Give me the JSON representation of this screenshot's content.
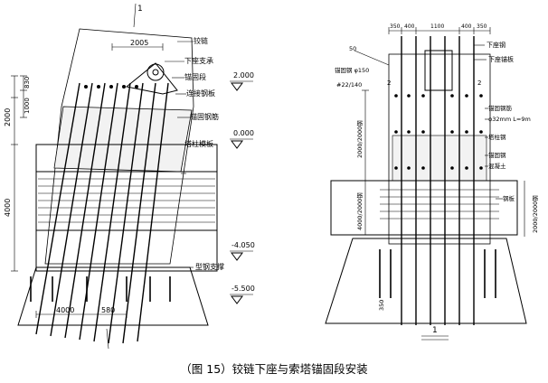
{
  "caption": "（图 15）铰链下座与索塔锚固段安装",
  "left_view": {
    "section_mark": "1",
    "dims": {
      "top_width": "2005",
      "d830": "830",
      "d1000": "1000",
      "d2000": "2000",
      "d4000": "4000",
      "bottom_4000": "4000",
      "bottom_580": "580"
    },
    "callouts": {
      "c1": "铰链",
      "c2": "下座支承",
      "c3": "锚固段",
      "c4": "连接钢板",
      "c5": "锚固钢筋",
      "c6": "塔柱模板",
      "c7": "型钢支撑"
    },
    "elevations": [
      "2.000",
      "0.000",
      "-4.050",
      "-5.500"
    ]
  },
  "right_view": {
    "dims_top": [
      "350",
      "400",
      "1100",
      "400",
      "350"
    ],
    "dims_left": [
      "2000/2000钢",
      "4000/2000钢"
    ],
    "dims_right": [
      "2000/2000钢"
    ],
    "callouts": {
      "r_top": "50",
      "r1": "锚固钢 φ150",
      "r2": "#22/140",
      "r3": "下座钢",
      "r4": "下座锚板",
      "r5": "锚固钢筋",
      "r6": "φ32mm L=9m",
      "r7": "塔柱钢",
      "r8": "锚固钢",
      "r9": "混凝土",
      "r10": "钢板",
      "r11": "2",
      "r12": "2",
      "r_bottom": "350"
    },
    "section_mark": "1"
  }
}
